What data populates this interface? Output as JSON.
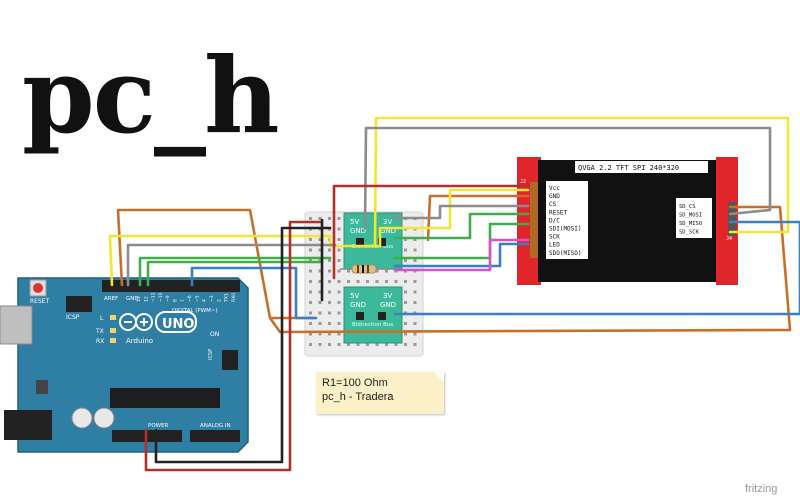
{
  "title": "pc_h",
  "watermark": "fritzing",
  "note": {
    "line1": "R1=100 Ohm",
    "line2": "pc_h - Tradera"
  },
  "arduino": {
    "model_badge": "UNO",
    "brand": "Arduino",
    "reset_label": "RESET",
    "icsp_label": "ICSP",
    "icsp2_label": "ICSP",
    "aref_label": "AREF",
    "gnd_label": "GND",
    "digital_label": "DIGITAL (PWM~)",
    "power_label": "POWER",
    "analog_label": "ANALOG IN",
    "pin_numbers": [
      "13",
      "12",
      "~11",
      "~10",
      "~9",
      "8",
      "7",
      "~6",
      "~5",
      "4",
      "~3",
      "2",
      "TX1",
      "RX0"
    ],
    "led_labels": [
      "L",
      "TX",
      "RX"
    ],
    "on_label": "ON"
  },
  "level_shifters": [
    {
      "title": "Bidirection Bus",
      "pins_left": [
        "5V",
        "GND"
      ],
      "pins_right": [
        "3V",
        "GND"
      ]
    },
    {
      "title": "Bidirection Bus",
      "pins_left": [
        "5V",
        "GND"
      ],
      "pins_right": [
        "3V",
        "GND"
      ]
    }
  ],
  "display": {
    "title": "QVGA 2.2 TFT SPI 240*320",
    "connector_left": "J2",
    "connector_right": "J4",
    "pins_left": [
      "Vcc",
      "GND",
      "CS",
      "RESET",
      "D/C",
      "SDI(MOSI)",
      "SCK",
      "LED",
      "SDO(MISO)"
    ],
    "pins_right": [
      "SD_CS",
      "SD_MOSI",
      "SD_MISO",
      "SD_SCK"
    ]
  },
  "colors": {
    "wire_orange": "#c8702a",
    "wire_yellow": "#f2e630",
    "wire_green": "#3fae49",
    "wire_blue": "#3b7fc4",
    "wire_gray": "#8c8c8c",
    "wire_red": "#b5302b",
    "wire_black": "#222222",
    "wire_magenta": "#d64fd6",
    "arduino_board": "#2f7ea3",
    "display_red": "#e0262b",
    "shifter_green": "#39b89a"
  }
}
